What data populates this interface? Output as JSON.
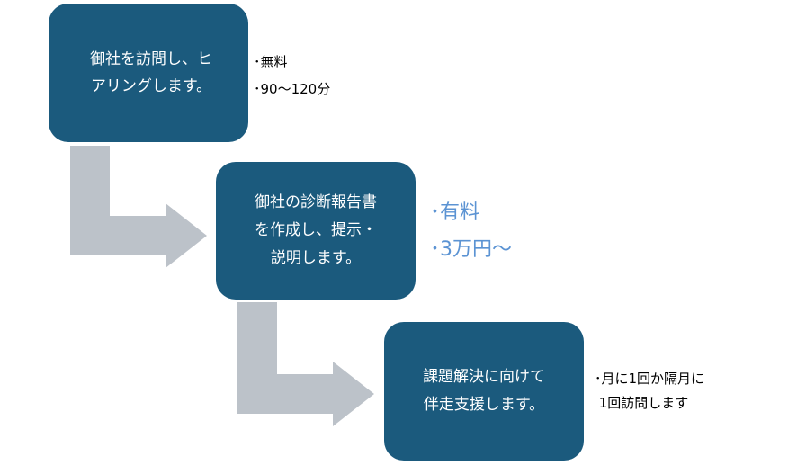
{
  "colors": {
    "box_fill": "#1b5a7d",
    "box_text": "#ffffff",
    "arrow_fill": "#bcc2c9",
    "note_text": "#000000",
    "note_accent": "#5b93d3"
  },
  "steps": [
    {
      "lines": [
        "御社を訪問し、ヒ",
        "アリングします。"
      ]
    },
    {
      "lines": [
        "御社の診断報告書",
        "を作成し、提示・",
        "説明します。"
      ]
    },
    {
      "lines": [
        "課題解決に向けて",
        "伴走支援します。"
      ]
    }
  ],
  "notes": [
    {
      "lines": [
        "･無料",
        "･90〜120分"
      ]
    },
    {
      "lines": [
        "･有料",
        "･3万円〜"
      ]
    },
    {
      "lines": [
        "･月に1回か隔月に",
        " 1回訪問します"
      ]
    }
  ]
}
